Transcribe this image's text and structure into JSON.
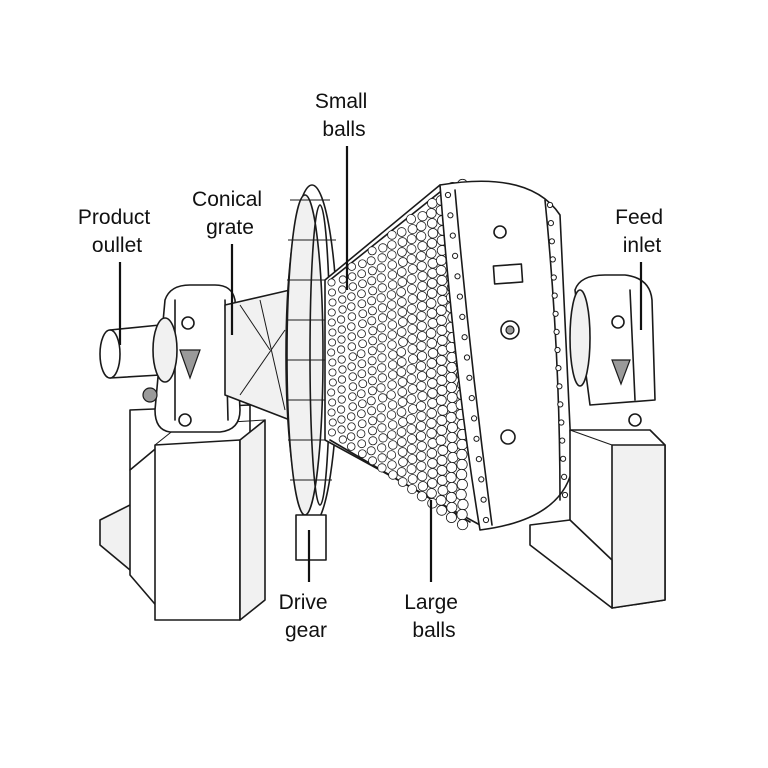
{
  "labels": {
    "small_balls": [
      "Small",
      "balls"
    ],
    "product_outlet": [
      "Product",
      "oullet"
    ],
    "conical_grate": [
      "Conical",
      "grate"
    ],
    "feed_inlet": [
      "Feed",
      "inlet"
    ],
    "drive_gear": [
      "Drive",
      "gear"
    ],
    "large_balls": [
      "Large",
      "balls"
    ]
  },
  "colors": {
    "ink": "#1a1a1a",
    "paper": "#ffffff",
    "shade": "#f1f1f1"
  }
}
